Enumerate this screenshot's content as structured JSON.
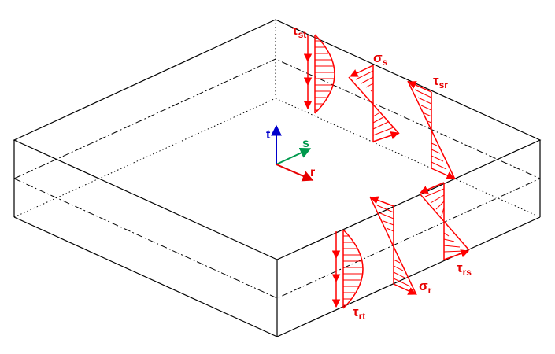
{
  "colors": {
    "stress": "#ff0000",
    "outline": "#000000",
    "axis_t": "#0000cc",
    "axis_s": "#00994d",
    "axis_r": "#e60000"
  },
  "axes": {
    "t": "t",
    "s": "s",
    "r": "r"
  },
  "labels": {
    "tau_st": {
      "base": "τ",
      "sub": "st"
    },
    "sigma_s": {
      "base": "σ",
      "sub": "s"
    },
    "tau_sr": {
      "base": "τ",
      "sub": "sr"
    },
    "tau_rt": {
      "base": "τ",
      "sub": "rt"
    },
    "sigma_r": {
      "base": "σ",
      "sub": "r"
    },
    "tau_rs": {
      "base": "τ",
      "sub": "rs"
    }
  }
}
